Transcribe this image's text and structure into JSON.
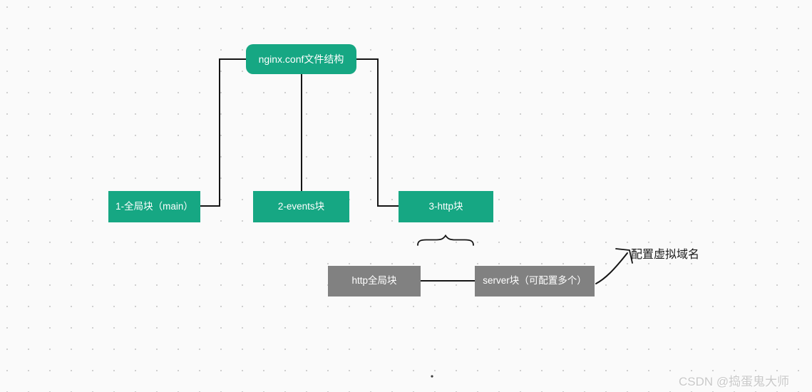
{
  "diagram": {
    "root": {
      "label": "nginx.conf文件结构"
    },
    "children": [
      {
        "label": "1-全局块（main）"
      },
      {
        "label": "2-events块"
      },
      {
        "label": "3-http块"
      }
    ],
    "http_children": [
      {
        "label": "http全局块"
      },
      {
        "label": "server块（可配置多个）"
      }
    ],
    "annotation": {
      "label": "配置虚拟域名"
    },
    "colors": {
      "node_teal": "#16a783",
      "node_gray": "#818181",
      "connector": "#151515",
      "background": "#fafafa",
      "grid_dot": "#cfcfcf",
      "annotation_text": "#1a1a1a",
      "watermark_text": "#c9c9c9"
    }
  },
  "watermark": {
    "label": "CSDN @捣蛋鬼大师"
  }
}
